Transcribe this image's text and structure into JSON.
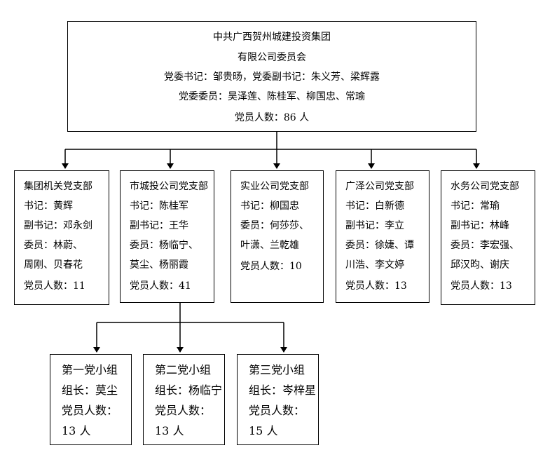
{
  "top": {
    "lines": [
      "中共广西贺州城建投资集团",
      "有限公司委员会",
      "党委书记：邹贵旸，党委副书记：朱义芳、梁辉露",
      "党委委员：吴泽莲、陈桂军、柳国忠、常瑜",
      "党员人数：86 人"
    ]
  },
  "branches": [
    {
      "lines": [
        "集团机关党支部",
        "书记：黄辉",
        "副书记：邓永剑",
        "委员：林蔚、",
        "周刚、贝春花",
        "党员人数：11"
      ]
    },
    {
      "lines": [
        "市城投公司党支部",
        "书记：陈桂军",
        "副书记：王华",
        "委员：杨临宁、",
        "莫尘、杨丽霞",
        "党员人数：41"
      ]
    },
    {
      "lines": [
        "实业公司党支部",
        "书记：柳国忠",
        "委员：何莎莎、",
        "叶潇、兰乾雄",
        "党员人数：10"
      ]
    },
    {
      "lines": [
        "广泽公司党支部",
        "书记：白新德",
        "副书记：李立",
        "委员：徐婕、谭",
        "川浩、李文婷",
        "党员人数：13"
      ]
    },
    {
      "lines": [
        "水务公司党支部",
        "书记：常瑜",
        "副书记：林峰",
        "委员：李宏强、",
        "邱汉昀、谢庆",
        "党员人数：13"
      ]
    }
  ],
  "groups": [
    {
      "lines": [
        "第一党小组",
        "组长：莫尘",
        "党员人数：",
        "13 人"
      ]
    },
    {
      "lines": [
        "第二党小组",
        "组长：杨临宁",
        "党员人数：",
        "13 人"
      ]
    },
    {
      "lines": [
        "第三党小组",
        "组长：岑梓星",
        "党员人数：",
        "15 人"
      ]
    }
  ]
}
